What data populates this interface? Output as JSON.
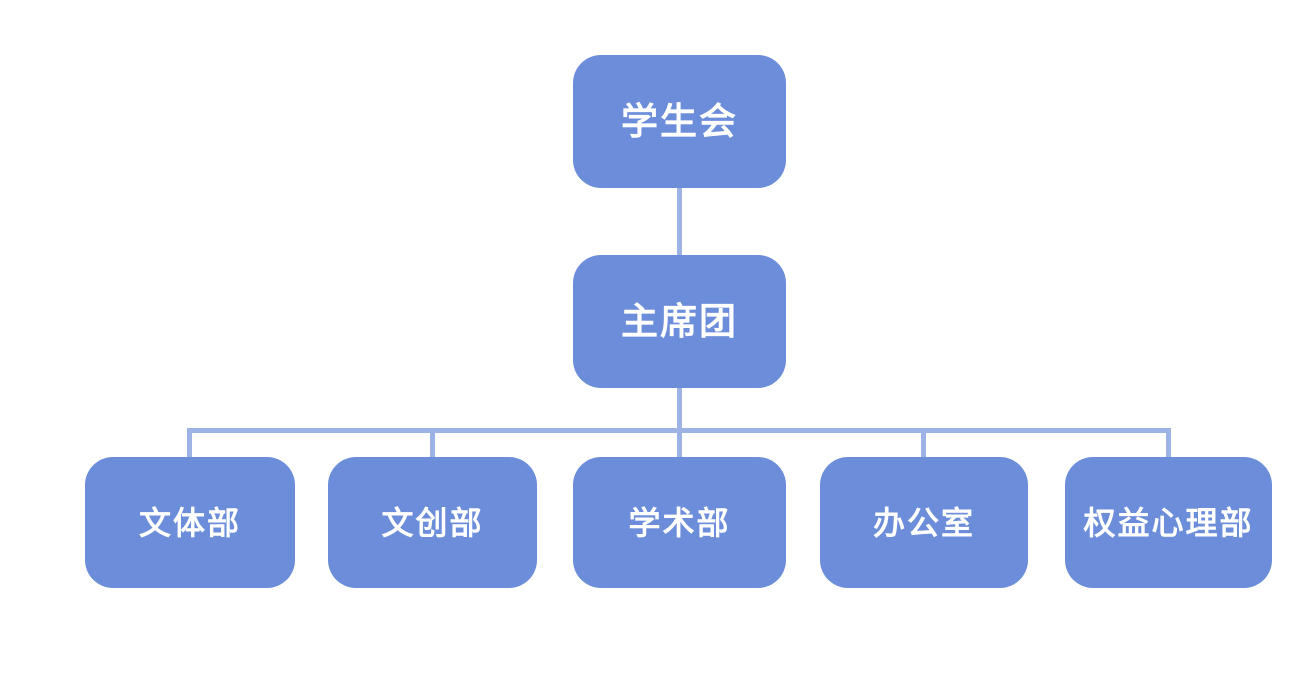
{
  "org_chart": {
    "root": {
      "label": "学生会"
    },
    "executive": {
      "label": "主席团"
    },
    "departments": [
      {
        "label": "文体部"
      },
      {
        "label": "文创部"
      },
      {
        "label": "学术部"
      },
      {
        "label": "办公室"
      },
      {
        "label": "权益心理部"
      }
    ],
    "colors": {
      "node_fill": "#6c8dda",
      "connector": "#9db3e6",
      "label_text": "#ffffff"
    }
  }
}
